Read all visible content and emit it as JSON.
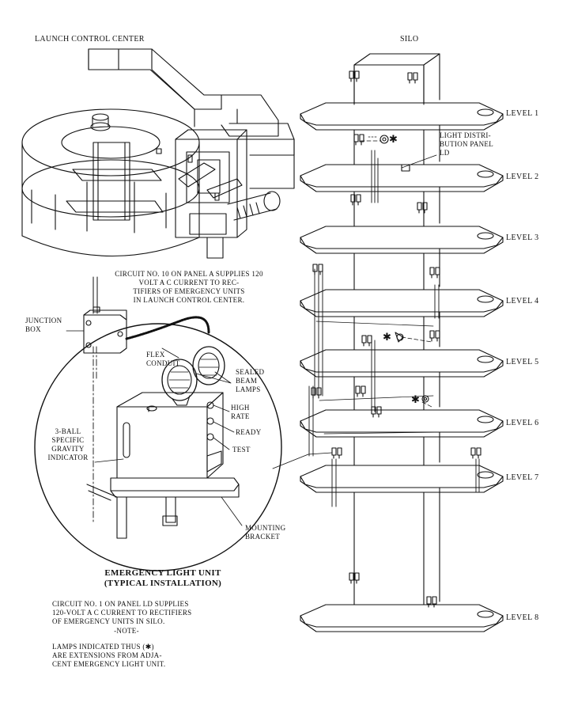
{
  "titles": {
    "launch_control_center": "LAUNCH CONTROL CENTER",
    "silo": "SILO"
  },
  "levels": [
    "LEVEL 1",
    "LEVEL 2",
    "LEVEL 3",
    "LEVEL 4",
    "LEVEL 5",
    "LEVEL 6",
    "LEVEL 7",
    "LEVEL 8"
  ],
  "labels": {
    "light_distribution_panel": "LIGHT DISTRI-\nBUTION PANEL\nLD",
    "circuit_10": "CIRCUIT NO. 10 ON PANEL A SUPPLIES 120\nVOLT A C CURRENT TO REC-\nTIFIERS OF EMERGENCY UNITS\nIN LAUNCH CONTROL CENTER.",
    "junction_box": "JUNCTION\nBOX",
    "flex_conduit": "FLEX\nCONDUIT",
    "sealed_beam_lamps": "SEALED\nBEAM\nLAMPS",
    "high_rate": "HIGH\nRATE",
    "ready": "READY",
    "test": "TEST",
    "gravity_indicator": "3-BALL\nSPECIFIC\nGRAVITY\nINDICATOR",
    "mounting_bracket": "MOUNTING\nBRACKET",
    "unit_caption": "EMERGENCY LIGHT UNIT\n(TYPICAL INSTALLATION)",
    "circuit_1": "CIRCUIT NO. 1 ON PANEL LD SUPPLIES\n120-VOLT A C CURRENT TO RECTIFIERS\nOF EMERGENCY UNITS IN SILO.",
    "note_heading": "-NOTE-",
    "note_body": "LAMPS INDICATED THUS (✱)\nARE EXTENSIONS FROM ADJA-\nCENT EMERGENCY LIGHT UNIT."
  },
  "markers": {
    "asterisk": "✱"
  }
}
